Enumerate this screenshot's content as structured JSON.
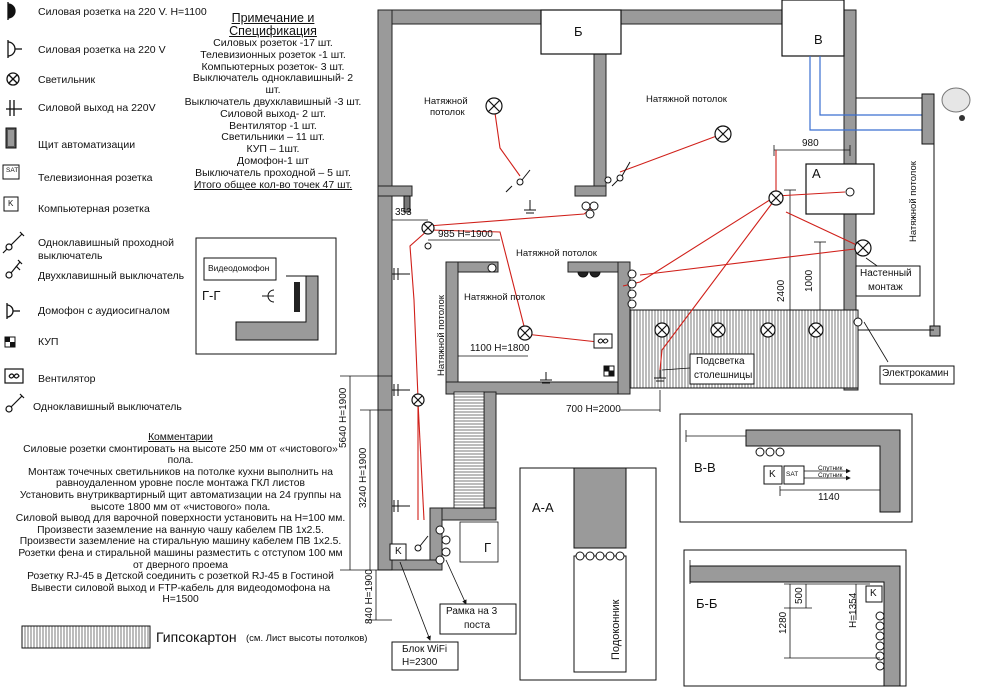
{
  "legend": [
    {
      "icon": "power-outlet-1100-icon",
      "label": "Силовая розетка на 220 V. H=1100"
    },
    {
      "icon": "power-outlet-icon",
      "label": "Силовая розетка на 220 V"
    },
    {
      "icon": "light-fixture-icon",
      "label": "Светильник"
    },
    {
      "icon": "power-output-icon",
      "label": "Силовой выход на 220V"
    },
    {
      "icon": "automation-panel-icon",
      "label": "Щит автоматизации"
    },
    {
      "icon": "tv-outlet-icon",
      "icon_text": "SAT",
      "label": "Телевизионная розетка"
    },
    {
      "icon": "computer-outlet-icon",
      "icon_text": "K",
      "label": "Компьютерная розетка"
    },
    {
      "icon": "passthrough-switch-icon",
      "label": "Одноклавишный проходной выключатель"
    },
    {
      "icon": "double-switch-icon",
      "label": "Двухклавишный выключатель"
    },
    {
      "icon": "intercom-icon",
      "label": "Домофон с аудиосигналом"
    },
    {
      "icon": "kup-icon",
      "label": "КУП"
    },
    {
      "icon": "fan-icon",
      "label": "Вентилятор"
    },
    {
      "icon": "single-switch-icon",
      "label": "Одноклавишный выключатель"
    }
  ],
  "spec": {
    "title1": "Примечание и",
    "title2": "Спецификация",
    "lines": [
      "Силовых розеток -17 шт.",
      "Телевизионных розеток -1 шт.",
      "Компьютерных розеток- 3 шт.",
      "Выключатель одноклавишный- 2",
      "шт.",
      "Выключатель двухклавишный -3 шт.",
      "Силовой выход- 2 шт.",
      "Вентилятор -1 шт.",
      "Светильники – 11 шт.",
      "КУП – 1шт.",
      "Домофон-1 шт",
      "Выключатель проходной – 5 шт."
    ],
    "total": "Итого общее кол-во точек 47 шт."
  },
  "comments": {
    "title": "Комментарии",
    "lines": [
      "Силовые розетки смонтировать на высоте 250 мм от «чистового»",
      "пола.",
      "Монтаж точечных светильников на потолке кухни выполнить на",
      "равноудаленном уровне после монтажа ГКЛ листов",
      "Установить внутриквартирный щит автоматизации на 24 группы на",
      "высоте 1800 мм от «чистового» пола.",
      "Силовой вывод для варочной поверхности установить на H=100 мм.",
      "Произвести заземление на ванную чашу кабелем ПВ 1х2.5.",
      "Произвести заземление на стиральную машину кабелем ПВ 1х2.5.",
      "Розетки фена и стиральной машины разместить с отступом 100 мм",
      "от дверного проема",
      "Розетку RJ-45 в Детской соединить с розеткой RJ-45 в Гостиной",
      "Вывести силовой выход и FTP-кабель для видеодомофона на",
      "H=1500"
    ]
  },
  "drywall": {
    "label": "Гипсокартон",
    "note": "(см. Лист высоты потолков)"
  },
  "section_gg": {
    "title": "Г-Г",
    "box": "Видеодомофон"
  },
  "section_aa": {
    "title": "А-А",
    "sill": "Подоконник"
  },
  "section_vv": {
    "title": "В-В",
    "k": "K",
    "sat": "SAT",
    "sputnik1": "Спутник",
    "sputnik2": "Спутник",
    "dim": "1140"
  },
  "section_bb": {
    "title": "Б-Б",
    "k": "K",
    "dim_h": "H=1354",
    "dim_500": "500",
    "dim_1280": "1280"
  },
  "plan": {
    "room_b": "Б",
    "room_v": "В",
    "room_a": "А",
    "room_g": "Г",
    "ceiling1": "Натяжной",
    "ceiling1b": "потолок",
    "ceiling2": "Натяжной потолок",
    "ceiling3": "Натяжной потолок",
    "ceiling4": "Натяжной потолок",
    "ceiling_vert_left": "Натяжной потолок",
    "ceiling_vert_right": "Натяжной потолок",
    "dim_980": "980",
    "dim_353": "353",
    "dim_985": "985 H=1900",
    "dim_1100": "1100 H=1800",
    "dim_700": "700 H=2000",
    "dim_2400": "2400",
    "dim_1000": "1000",
    "dim_5640": "5640 H=1900",
    "dim_3240": "3240 H=1900",
    "dim_840": "840 H=1900",
    "k": "K",
    "wall_mount1": "Настенный",
    "wall_mount2": "монтаж",
    "counter1": "Подсветка",
    "counter2": "столешницы",
    "fireplace": "Электрокамин",
    "frame1": "Рамка на 3",
    "frame2": "поста",
    "wifi1": "Блок WiFi",
    "wifi2": "H=2300"
  },
  "colors": {
    "wiring": "#d0201a",
    "antenna": "#3a6fd0",
    "wall": "#9a9a9a"
  }
}
